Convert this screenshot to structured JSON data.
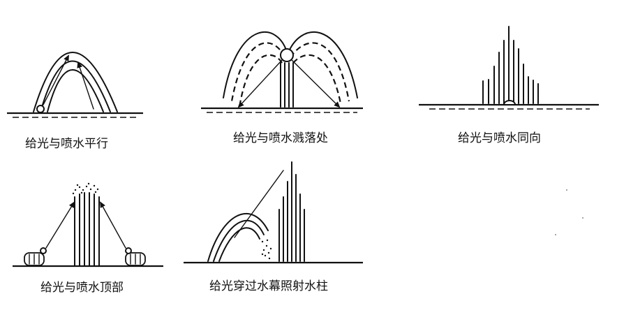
{
  "diagrams": [
    {
      "caption": "给光与喷水平行"
    },
    {
      "caption": "给光与喷水溅落处"
    },
    {
      "caption": "给光与喷水同向"
    },
    {
      "caption": "给光与喷水顶部"
    },
    {
      "caption": "给光穿过水幕照射水柱"
    }
  ],
  "colors": {
    "ink": "#111111",
    "background": "#ffffff"
  }
}
